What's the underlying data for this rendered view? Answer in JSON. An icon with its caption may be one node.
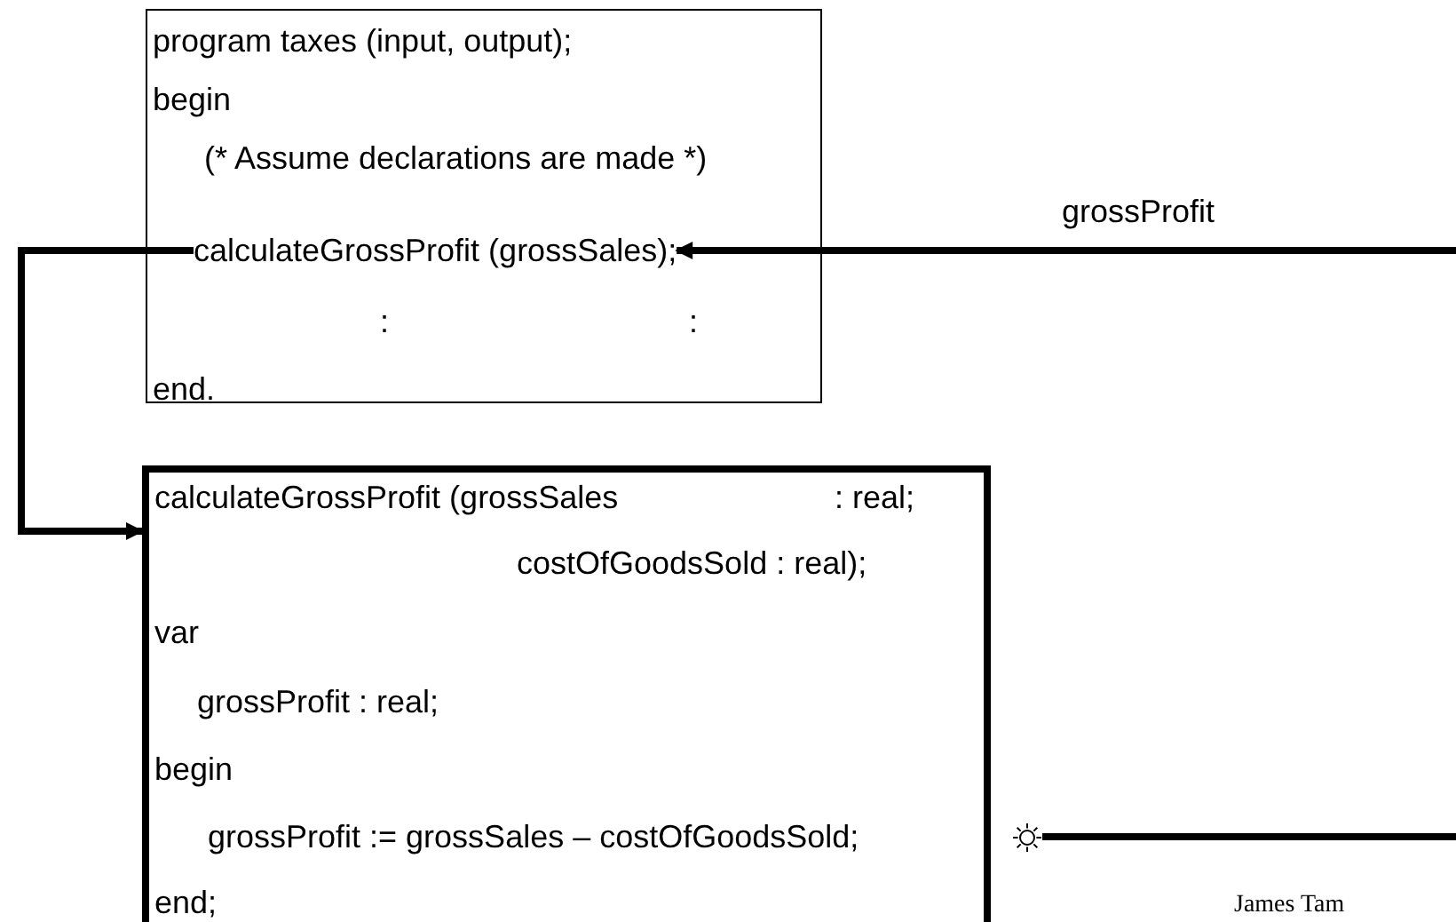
{
  "diagram": {
    "nodes": [
      {
        "text": [
          "program taxes (input, output);",
          "begin",
          "(* Assume declarations are made *)",
          ":",
          ":",
          "end."
        ]
      },
      {
        "text": [
          "calculateGrossProfit (grossSales);"
        ],
        "in": 0
      },
      {
        "text": [
          "calculateGrossProfit (grossSales",
          ": real;",
          "costOfGoodsSold : real);",
          "var",
          "grossProfit : real;",
          "begin",
          "grossProfit := grossSales – costOfGoodsSold;",
          "end;"
        ]
      },
      {
        "text": [],
        "shape": "sun"
      }
    ],
    "edges": [
      {
        "from": 1,
        "to": 2,
        "arrow": "to"
      },
      {
        "from": null,
        "to": 1,
        "arrow": "to",
        "label": "grossProfit"
      },
      {
        "from": 3,
        "to": null,
        "arrow": "none"
      }
    ],
    "labels": [
      "James Tam"
    ]
  }
}
